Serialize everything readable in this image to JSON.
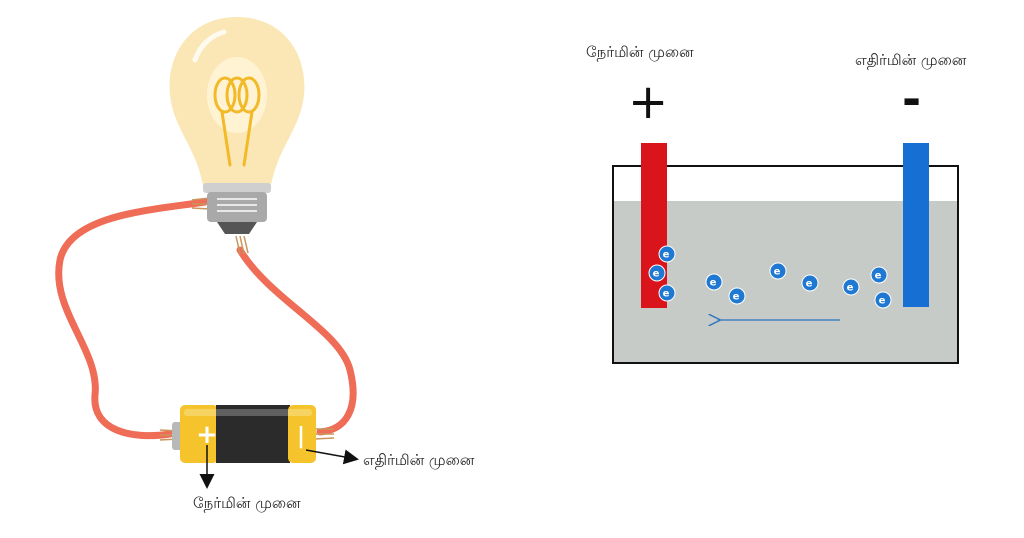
{
  "left_circuit": {
    "positive_terminal_label": "நேர்மின் முனை",
    "negative_terminal_label": "எதிர்மின் முனை",
    "battery_plus_symbol": "+",
    "battery_minus_symbol": "|"
  },
  "right_cell": {
    "positive_terminal_label": "நேர்மின் முனை",
    "negative_terminal_label": "எதிர்மின் முனை",
    "plus_sign": "+",
    "minus_sign": "-",
    "electron_symbol": "e",
    "electron_count": 11
  },
  "colors": {
    "wire": "#ef6c57",
    "bulb_glass": "#fbe7b5",
    "filament": "#f2b928",
    "battery_yellow": "#f5c42c",
    "battery_body": "#2b2b2b",
    "positive_electrode": "#d9141a",
    "negative_electrode": "#1670d3",
    "electrolyte": "#c7cbc7",
    "electron": "#1f78d1",
    "flow_arrow": "#2a74c4"
  }
}
